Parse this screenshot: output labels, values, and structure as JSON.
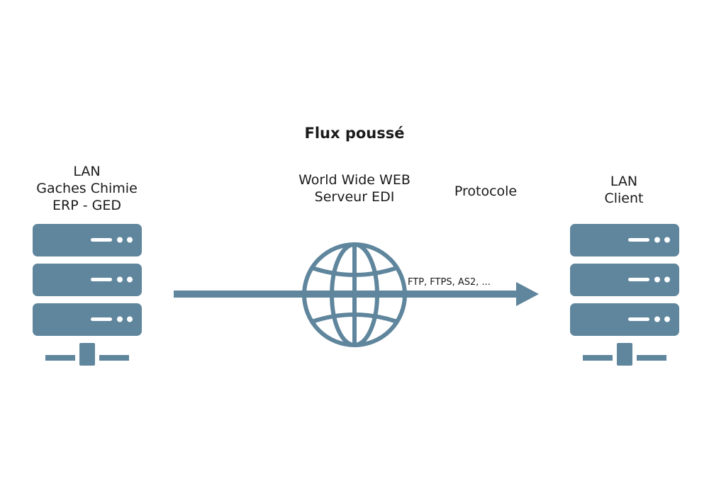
{
  "title": "Flux poussé",
  "left_node": {
    "lines": [
      "LAN",
      "Gaches Chimie",
      "ERP - GED"
    ]
  },
  "web_node": {
    "lines": [
      "World Wide WEB",
      "Serveur EDI"
    ]
  },
  "protocol_label": "Protocole",
  "protocols_text": "FTP, FTPS, AS2, ...",
  "right_node": {
    "lines": [
      "LAN",
      "Client"
    ]
  },
  "colors": {
    "icon": "#5f869d",
    "icon_detail": "#ffffff",
    "text": "#1a1a1a"
  },
  "icons": [
    "server-stack-icon",
    "globe-icon",
    "arrow-right-icon"
  ]
}
